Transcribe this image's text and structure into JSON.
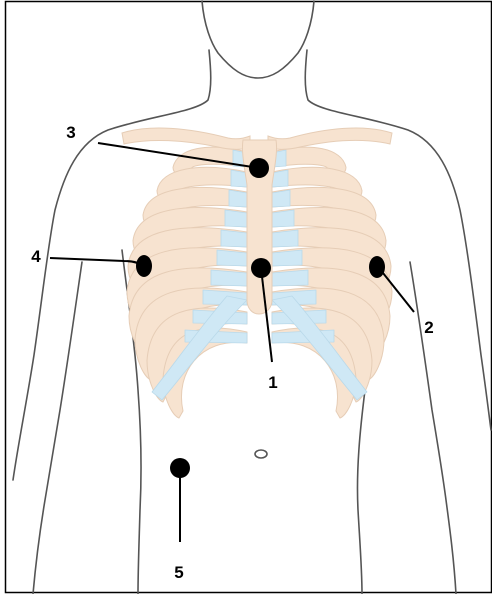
{
  "diagram": {
    "colors": {
      "outline": "#555555",
      "bone": "#f7e3d0",
      "bone_stroke": "#e6cdb6",
      "cartilage": "#cfe8f5",
      "electrode": "#000000",
      "frame": "#000000"
    },
    "electrodes": [
      {
        "label": "1"
      },
      {
        "label": "2"
      },
      {
        "label": "3"
      },
      {
        "label": "4"
      },
      {
        "label": "5"
      }
    ]
  }
}
